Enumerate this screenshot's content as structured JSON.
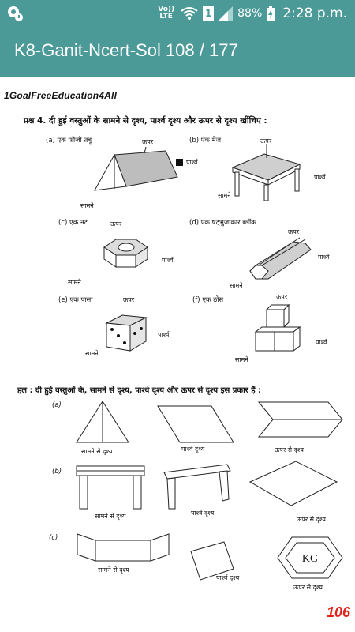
{
  "status_bar": {
    "network": "LTE",
    "network_top": "Vo))",
    "sim": "1",
    "battery": "88%",
    "time": "2:28 p.m."
  },
  "app_bar": {
    "title": "K8-Ganit-Ncert-Sol 108 / 177"
  },
  "page": {
    "watermark": "1GoalFreeEducation4All",
    "question": "प्रश्न 4. दी हुई वस्तुओं के सामने से दृश्य, पार्श्व दृश्य और ऊपर से दृश्य खींचिए :",
    "items": [
      {
        "label": "(a)  एक फौजी तंबू",
        "top": "ऊपर",
        "side": "पार्श्व",
        "front": "सामने"
      },
      {
        "label": "(b)  एक मेज",
        "top": "ऊपर",
        "side": "पार्श्व",
        "front": "सामने"
      },
      {
        "label": "(c)  एक नट",
        "top": "ऊपर",
        "side": "पार्श्व",
        "front": "सामने"
      },
      {
        "label": "(d)  एक षट्भुजाकार ब्लॉक",
        "top": "ऊपर",
        "side": "पार्श्व",
        "front": "सामने"
      },
      {
        "label": "(e)  एक पासा",
        "top": "ऊपर",
        "side": "पार्श्व",
        "front": "सामने"
      },
      {
        "label": "(f)  एक ठोस",
        "top": "ऊपर",
        "side": "पार्श्व",
        "front": "सामने"
      }
    ],
    "solution_intro": "हल : दी हुई वस्तुओं के, सामने से दृश्य, पार्श्व दृश्य और ऊपर से दृश्य इस प्रकार हैं :",
    "solutions": [
      {
        "label": "(a)",
        "front": "सामने से दृश्य",
        "side": "पार्श्व दृश्य",
        "top": "ऊपर से दृश्य"
      },
      {
        "label": "(b)",
        "front": "सामने से दृश्य",
        "side": "पार्श्व दृश्य",
        "top": "ऊपर से दृश्य"
      },
      {
        "label": "(c)",
        "front": "सामने से दृश्य",
        "side": "पार्श्व दृश्य",
        "top": "ऊपर से दृश्य",
        "nut_text": "KG"
      }
    ],
    "page_number": "106"
  }
}
